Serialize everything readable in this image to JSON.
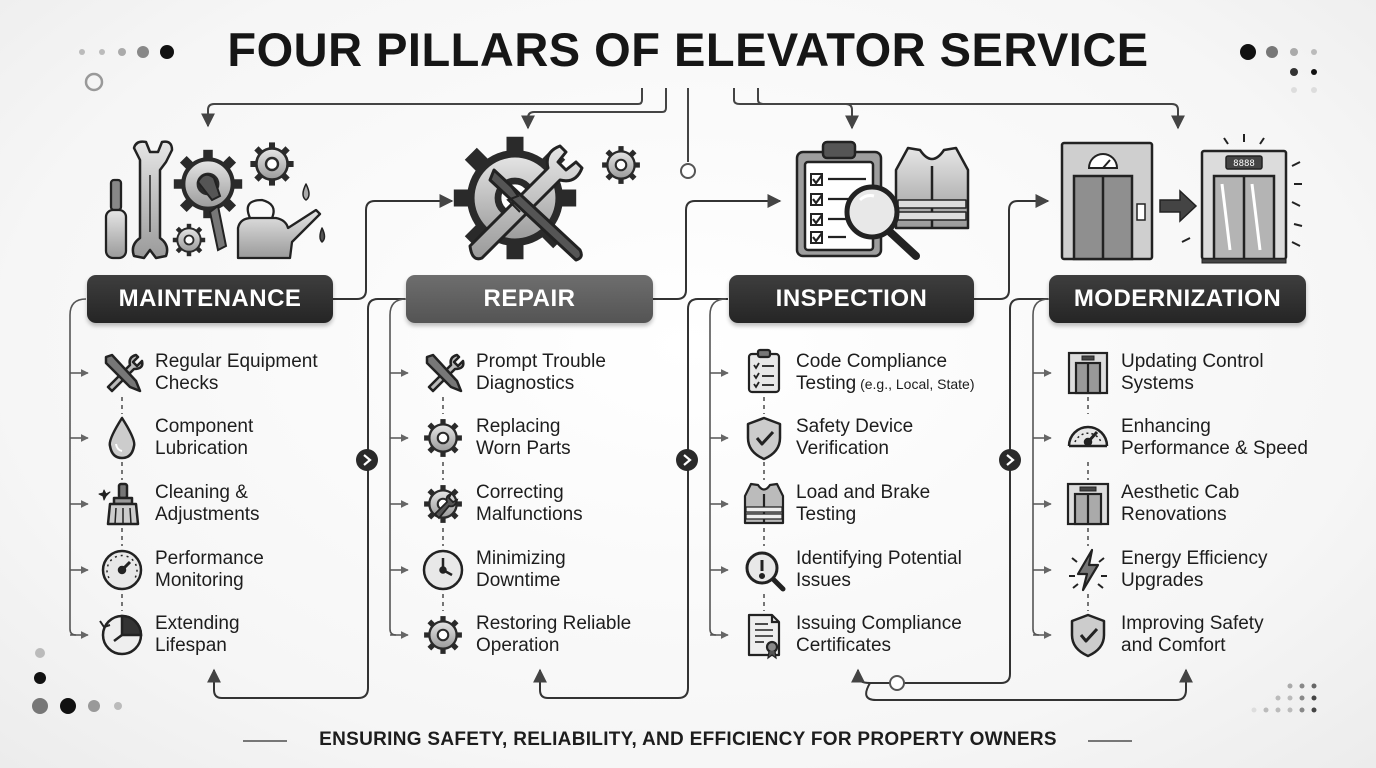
{
  "title": "FOUR PILLARS OF ELEVATOR SERVICE",
  "footer": "ENSURING SAFETY, RELIABILITY, AND EFFICIENCY FOR PROPERTY OWNERS",
  "pillars": [
    {
      "label": "MAINTENANCE",
      "hero_icons": [
        "wrench-icon",
        "screwdriver-icon",
        "gears-icon",
        "oil-can-icon"
      ],
      "items": [
        {
          "icon": "tools-icon",
          "line1": "Regular Equipment",
          "line2": "Checks"
        },
        {
          "icon": "oil-drop-icon",
          "line1": "Component",
          "line2": "Lubrication"
        },
        {
          "icon": "brush-icon",
          "line1": "Cleaning &",
          "line2": "Adjustments"
        },
        {
          "icon": "gauge-icon",
          "line1": "Performance",
          "line2": "Monitoring"
        },
        {
          "icon": "lifespan-clock-icon",
          "line1": "Extending",
          "line2": "Lifespan"
        }
      ]
    },
    {
      "label": "REPAIR",
      "hero_icons": [
        "broken-gear-wrench-icon"
      ],
      "items": [
        {
          "icon": "tools-icon",
          "line1": "Prompt Trouble",
          "line2": "Diagnostics"
        },
        {
          "icon": "gear-icon",
          "line1": "Replacing",
          "line2": "Worn Parts"
        },
        {
          "icon": "gear-wrench-icon",
          "line1": "Correcting",
          "line2": "Malfunctions"
        },
        {
          "icon": "clock-icon",
          "line1": "Minimizing",
          "line2": "Downtime"
        },
        {
          "icon": "gear-icon",
          "line1": "Restoring Reliable",
          "line2": "Operation"
        }
      ]
    },
    {
      "label": "INSPECTION",
      "hero_icons": [
        "clipboard-checklist-icon",
        "magnifier-icon",
        "safety-vest-icon"
      ],
      "items": [
        {
          "icon": "checklist-icon",
          "line1": "Code Compliance",
          "line2": "Testing",
          "line2_small": " (e.g., Local, State)"
        },
        {
          "icon": "shield-check-icon",
          "line1": "Safety Device",
          "line2": "Verification"
        },
        {
          "icon": "safety-vest-icon",
          "line1": "Load and Brake",
          "line2": "Testing"
        },
        {
          "icon": "magnifier-alert-icon",
          "line1": "Identifying Potential",
          "line2": "Issues"
        },
        {
          "icon": "certificate-icon",
          "line1": "Issuing Compliance",
          "line2": "Certificates"
        }
      ]
    },
    {
      "label": "MODERNIZATION",
      "hero_icons": [
        "old-elevator-icon",
        "arrow-right-icon",
        "new-elevator-icon"
      ],
      "hero_display_text": "8888",
      "items": [
        {
          "icon": "control-panel-icon",
          "line1": "Updating Control",
          "line2": "Systems"
        },
        {
          "icon": "speedometer-icon",
          "line1": "Enhancing",
          "line2": "Performance & Speed"
        },
        {
          "icon": "elevator-cab-icon",
          "line1": "Aesthetic Cab",
          "line2": "Renovations"
        },
        {
          "icon": "lightning-icon",
          "line1": "Energy Efficiency",
          "line2": "Upgrades"
        },
        {
          "icon": "shield-check-icon",
          "line1": "Improving Safety",
          "line2": "and Comfort"
        }
      ]
    }
  ],
  "colors": {
    "background": "#f6f6f6",
    "label_dark": "#2e2e2e",
    "label_mid": "#5e5e5e",
    "text": "#1d1d1d",
    "line": "#555555",
    "icon_fill": "#bdbdbd"
  }
}
